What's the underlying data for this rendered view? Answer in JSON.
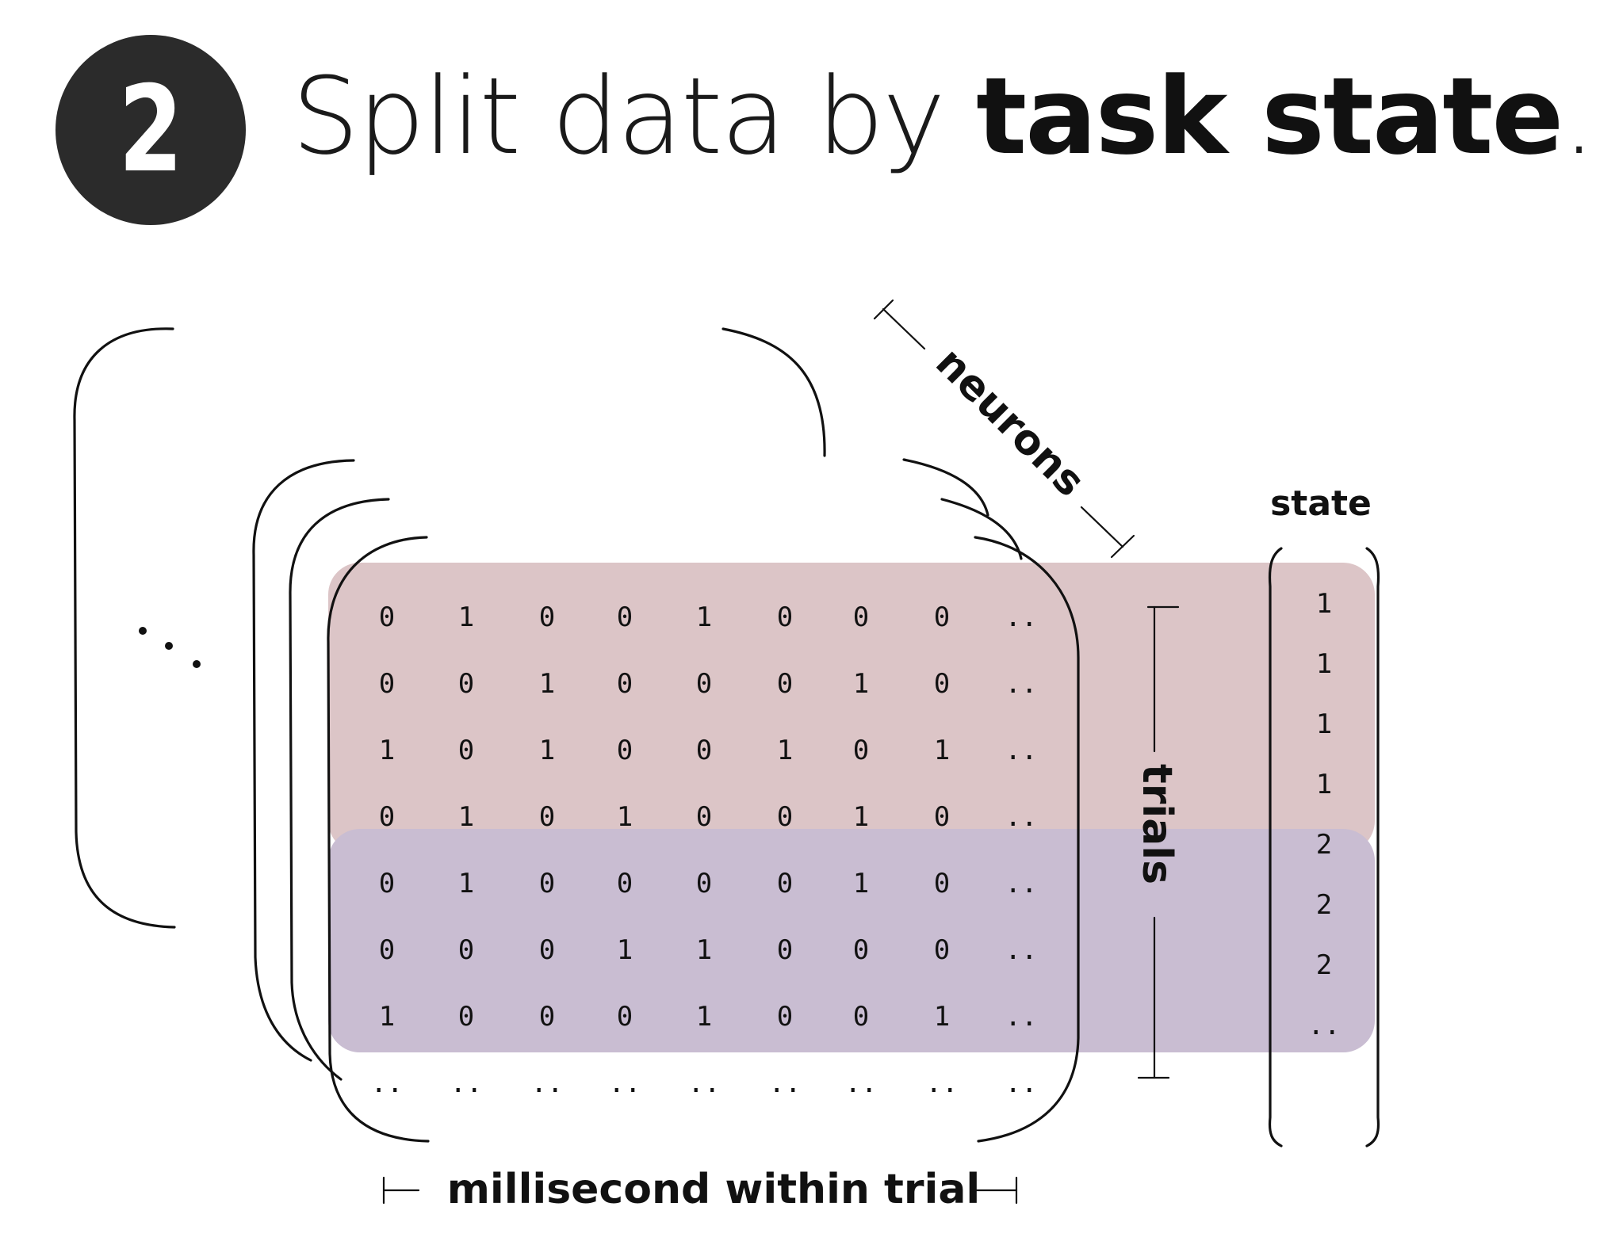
{
  "step": {
    "number": "2"
  },
  "heading": {
    "prefix": "Split data by ",
    "emphasis": "task state",
    "suffix": "."
  },
  "colors": {
    "band_state_1": "#dcc5c7",
    "band_state_2": "#c9bdd2",
    "badge": "#2b2b2b"
  },
  "labels": {
    "neurons": "neurons",
    "trials": "trials",
    "time": "millisecond within trial",
    "state": "state",
    "stack_ellipsis": ". . ."
  },
  "matrix": {
    "rows": [
      [
        "0",
        "1",
        "0",
        "0",
        "1",
        "0",
        "0",
        "0",
        ".."
      ],
      [
        "0",
        "0",
        "1",
        "0",
        "0",
        "0",
        "1",
        "0",
        ".."
      ],
      [
        "1",
        "0",
        "1",
        "0",
        "0",
        "1",
        "0",
        "1",
        ".."
      ],
      [
        "0",
        "1",
        "0",
        "1",
        "0",
        "0",
        "1",
        "0",
        ".."
      ],
      [
        "0",
        "1",
        "0",
        "0",
        "0",
        "0",
        "1",
        "0",
        ".."
      ],
      [
        "0",
        "0",
        "0",
        "1",
        "1",
        "0",
        "0",
        "0",
        ".."
      ],
      [
        "1",
        "0",
        "0",
        "0",
        "1",
        "0",
        "0",
        "1",
        ".."
      ],
      [
        "..",
        "..",
        "..",
        "..",
        "..",
        "..",
        "..",
        "..",
        ".."
      ]
    ],
    "state_groups": [
      {
        "state": "1",
        "rows": [
          0,
          1,
          2,
          3
        ]
      },
      {
        "state": "2",
        "rows": [
          4,
          5,
          6
        ]
      }
    ]
  },
  "state_vector": [
    "1",
    "1",
    "1",
    "1",
    "2",
    "2",
    "2",
    ".."
  ]
}
